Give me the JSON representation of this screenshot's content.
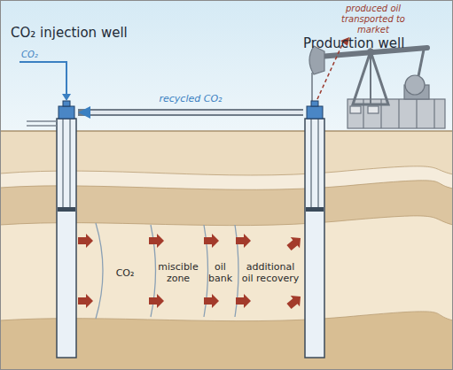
{
  "diagram": {
    "nodes": [
      {
        "text": [
          "CO₂ injection well"
        ]
      },
      {
        "text": [
          "Production well"
        ]
      },
      {
        "text": [
          "CO₂"
        ]
      },
      {
        "text": [
          "miscible zone"
        ]
      },
      {
        "text": [
          "oil bank"
        ]
      },
      {
        "text": [
          "additional oil recovery"
        ]
      }
    ],
    "edges": [
      {
        "from": 1,
        "to": 0,
        "label": "recycled CO₂",
        "arrow": "to"
      }
    ],
    "labels": [
      "CO₂",
      "produced oil transported to market"
    ]
  }
}
